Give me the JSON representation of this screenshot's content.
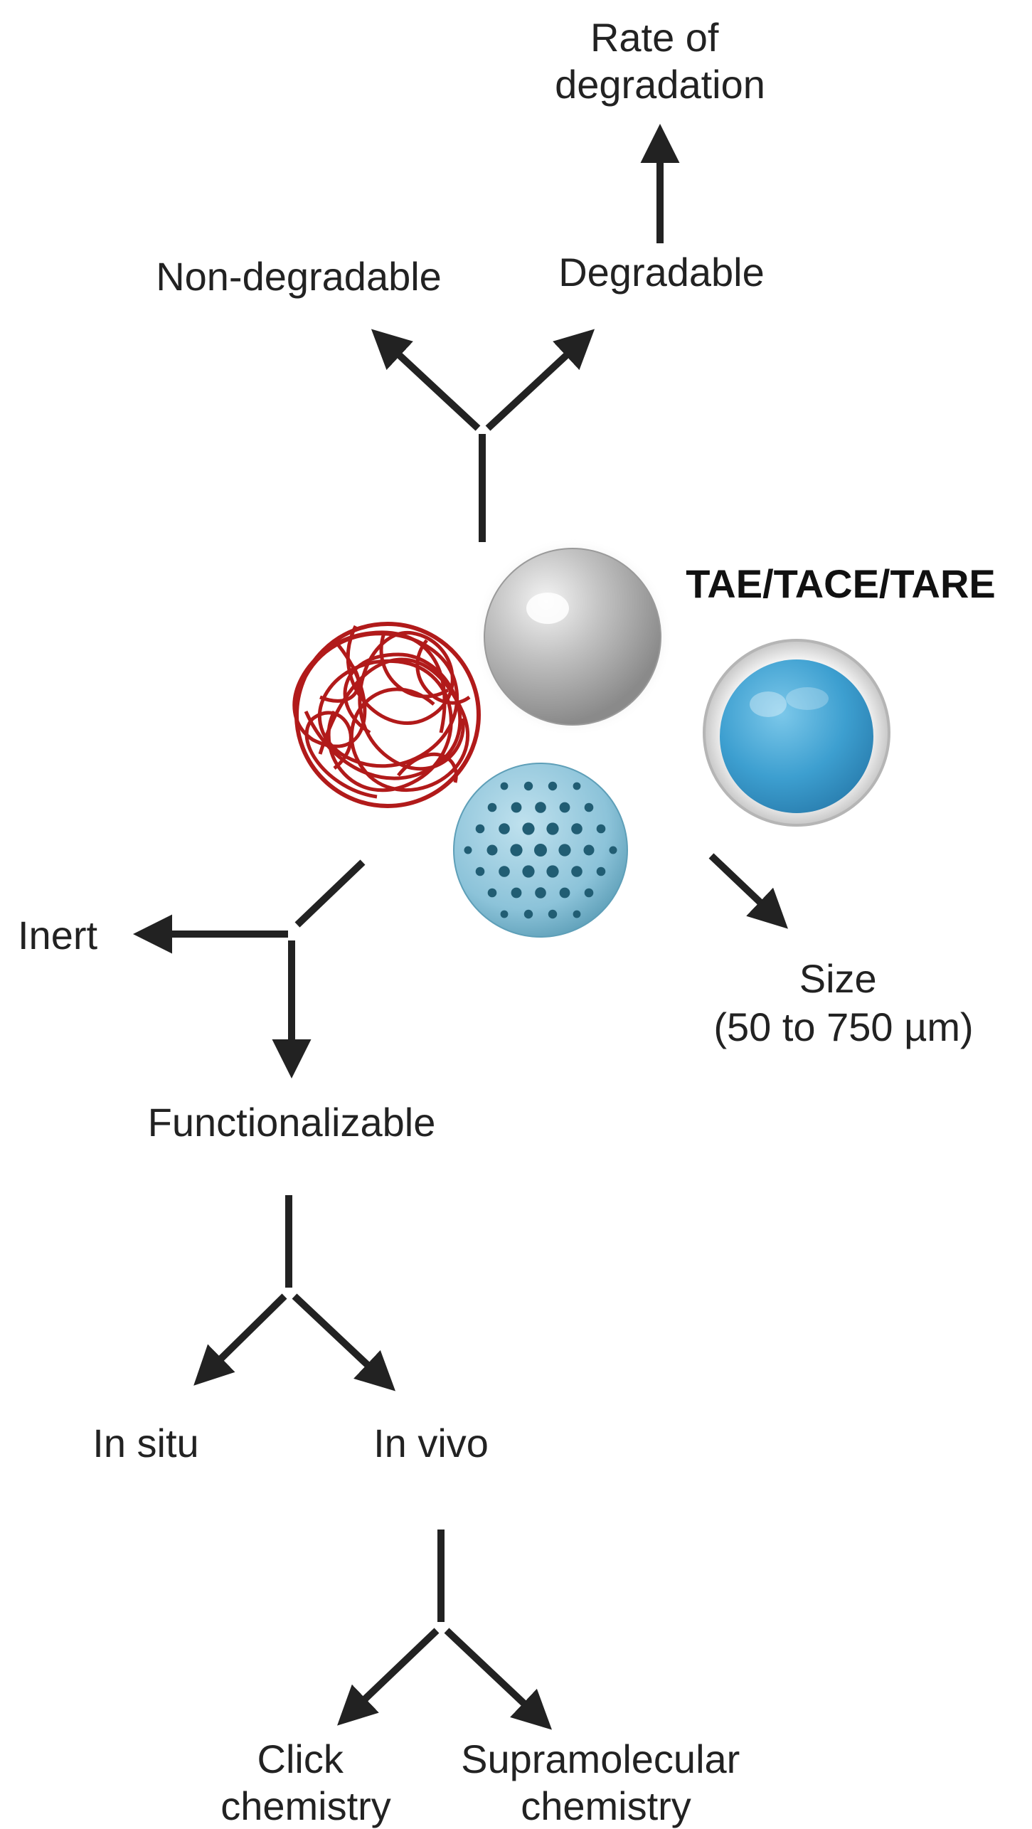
{
  "labels": {
    "rate_of_degradation": [
      "Rate of",
      "degradation"
    ],
    "non_degradable": "Non-degradable",
    "degradable": "Degradable",
    "procedure": "TAE/TACE/TARE",
    "inert": "Inert",
    "size": [
      "Size",
      "(50 to 750 µm)"
    ],
    "functionalizable": "Functionalizable",
    "in_situ": "In situ",
    "in_vivo": "In vivo",
    "click_chemistry": [
      "Click",
      "chemistry"
    ],
    "supramolecular_chemistry": [
      "Supramolecular",
      "chemistry"
    ]
  },
  "colors": {
    "arrow": "#222222",
    "red_coil": "#b11a1a",
    "grey_sphere": "#b9b9b9",
    "blue_sphere": "#3da3d6",
    "dotted_sphere": "#8fc6dc",
    "dots": "#215d73"
  },
  "icons": [
    "red-tangled-coil-icon",
    "grey-sphere-icon",
    "blue-core-shell-sphere-icon",
    "dotted-porous-sphere-icon"
  ]
}
